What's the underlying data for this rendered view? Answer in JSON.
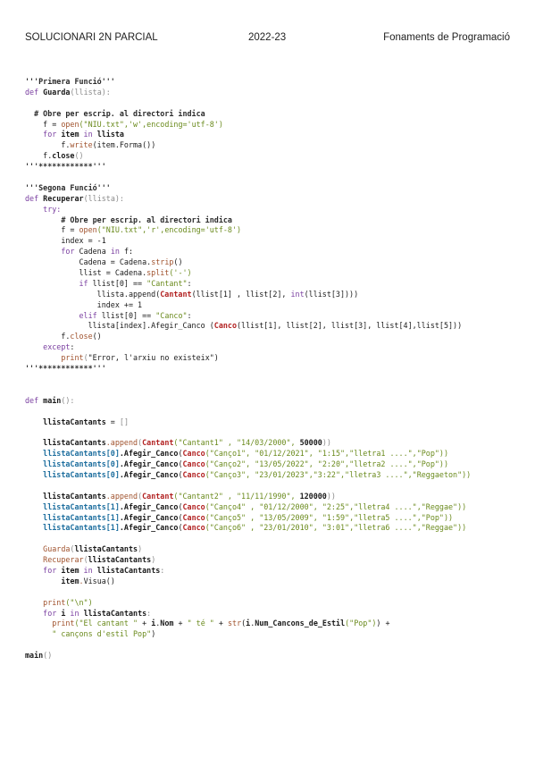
{
  "header": {
    "left": "SOLUCIONARI 2N PARCIAL",
    "center": "2022-23",
    "right": "Fonaments de Programació"
  },
  "code_lines": [
    [
      [
        "cm",
        "'''Primera Funció'''"
      ]
    ],
    [
      [
        "kw",
        "def "
      ],
      [
        "bd",
        "Guarda"
      ],
      [
        "pa",
        "(llista):"
      ]
    ],
    [],
    [
      [
        "cm",
        "  # Obre per escrip. al directori indica"
      ]
    ],
    [
      [
        "t",
        "    f = "
      ],
      [
        "fn",
        "open"
      ],
      [
        "st",
        "(\"NIU.txt\",'w',encoding='utf-8')"
      ]
    ],
    [
      [
        "kw",
        "    for "
      ],
      [
        "bd",
        "item"
      ],
      [
        "kw",
        " in "
      ],
      [
        "bd",
        "llista"
      ]
    ],
    [
      [
        "t",
        "        f."
      ],
      [
        "fn",
        "write"
      ],
      [
        "t",
        "(item.Forma())"
      ]
    ],
    [
      [
        "t",
        "    f."
      ],
      [
        "bd",
        "close"
      ],
      [
        "pa",
        "()"
      ]
    ],
    [
      [
        "cm",
        "'''************'''"
      ]
    ],
    [],
    [
      [
        "cm",
        "'''Segona Funció'''"
      ]
    ],
    [
      [
        "kw",
        "def "
      ],
      [
        "bd",
        "Recuperar"
      ],
      [
        "pa",
        "(llista):"
      ]
    ],
    [
      [
        "kw",
        "    try:"
      ]
    ],
    [
      [
        "cm",
        "        # Obre per escrip. al directori indica"
      ]
    ],
    [
      [
        "t",
        "        f = "
      ],
      [
        "fn",
        "open"
      ],
      [
        "st",
        "(\"NIU.txt\",'r',encoding='utf-8')"
      ]
    ],
    [
      [
        "t",
        "        index = -1"
      ]
    ],
    [
      [
        "kw",
        "        for "
      ],
      [
        "t",
        "Cadena "
      ],
      [
        "kw",
        "in "
      ],
      [
        "t",
        "f:"
      ]
    ],
    [
      [
        "t",
        "            Cadena = Cadena."
      ],
      [
        "fn",
        "strip"
      ],
      [
        "t",
        "()"
      ]
    ],
    [
      [
        "t",
        "            llist = Cadena."
      ],
      [
        "fn",
        "split"
      ],
      [
        "st",
        "('-')"
      ]
    ],
    [
      [
        "kw",
        "            if "
      ],
      [
        "t",
        "llist[0] == "
      ],
      [
        "st",
        "\"Cantant\""
      ],
      [
        "t",
        ":"
      ]
    ],
    [
      [
        "t",
        "                llista.append("
      ],
      [
        "cl",
        "Cantant"
      ],
      [
        "t",
        "(llist[1] , llist[2], "
      ],
      [
        "kw",
        "int"
      ],
      [
        "t",
        "(llist[3])))"
      ]
    ],
    [
      [
        "t",
        "                index += 1"
      ]
    ],
    [
      [
        "kw",
        "            elif "
      ],
      [
        "t",
        "llist[0] == "
      ],
      [
        "st",
        "\"Canco\""
      ],
      [
        "t",
        ":"
      ]
    ],
    [
      [
        "t",
        "              llista[index].Afegir_Canco ("
      ],
      [
        "cl",
        "Canco"
      ],
      [
        "t",
        "(llist[1], llist[2], llist[3], llist[4],llist[5]))"
      ]
    ],
    [
      [
        "t",
        "        f."
      ],
      [
        "fn",
        "close"
      ],
      [
        "t",
        "()"
      ]
    ],
    [
      [
        "kw",
        "    except"
      ],
      [
        "t",
        ":"
      ]
    ],
    [
      [
        "t",
        "        "
      ],
      [
        "fn",
        "print"
      ],
      [
        "pa",
        "("
      ],
      [
        "t",
        "\"Error, l'arxiu no existeix\")"
      ]
    ],
    [
      [
        "cm",
        "'''************'''"
      ]
    ],
    [],
    [],
    [
      [
        "kw",
        "def "
      ],
      [
        "bd",
        "main"
      ],
      [
        "pa",
        "():"
      ]
    ],
    [],
    [
      [
        "bd",
        "    llistaCantants"
      ],
      [
        "t",
        " = "
      ],
      [
        "pa",
        "[]"
      ]
    ],
    [],
    [
      [
        "bd",
        "    llistaCantants"
      ],
      [
        "fn",
        ".append"
      ],
      [
        "pa",
        "("
      ],
      [
        "cl",
        "Cantant"
      ],
      [
        "st",
        "(\"Cantant1\" , \"14/03/2000\", "
      ],
      [
        "bd",
        "50000"
      ],
      [
        "pa",
        "))"
      ]
    ],
    [
      [
        "kb",
        "    llistaCantants[0]"
      ],
      [
        "bd",
        ".Afegir_Canco"
      ],
      [
        "t",
        "("
      ],
      [
        "cl",
        "Canco"
      ],
      [
        "st",
        "(\"Canço1\", \"01/12/2021\", \"1:15\",\"lletra1 ....\",\"Pop\"))"
      ]
    ],
    [
      [
        "kb",
        "    llistaCantants[0]"
      ],
      [
        "bd",
        ".Afegir_Canco"
      ],
      [
        "t",
        "("
      ],
      [
        "cl",
        "Canco"
      ],
      [
        "st",
        "(\"Canço2\", \"13/05/2022\", \"2:20\",\"lletra2 ....\",\"Pop\"))"
      ]
    ],
    [
      [
        "kb",
        "    llistaCantants[0]"
      ],
      [
        "bd",
        ".Afegir_Canco"
      ],
      [
        "t",
        "("
      ],
      [
        "cl",
        "Canco"
      ],
      [
        "st",
        "(\"Canço3\", \"23/01/2023\",\"3:22\",\"lletra3 ....\",\"Reggaeton\"))"
      ]
    ],
    [],
    [
      [
        "bd",
        "    llistaCantants"
      ],
      [
        "fn",
        ".append"
      ],
      [
        "pa",
        "("
      ],
      [
        "cl",
        "Cantant"
      ],
      [
        "st",
        "(\"Cantant2\" , \"11/11/1990\", "
      ],
      [
        "bd",
        "120000"
      ],
      [
        "pa",
        "))"
      ]
    ],
    [
      [
        "kb",
        "    llistaCantants[1]"
      ],
      [
        "bd",
        ".Afegir_Canco"
      ],
      [
        "t",
        "("
      ],
      [
        "cl",
        "Canco"
      ],
      [
        "st",
        "(\"Canço4\" , \"01/12/2000\", \"2:25\",\"lletra4 ....\",\"Reggae\"))"
      ]
    ],
    [
      [
        "kb",
        "    llistaCantants[1]"
      ],
      [
        "bd",
        ".Afegir_Canco"
      ],
      [
        "t",
        "("
      ],
      [
        "cl",
        "Canco"
      ],
      [
        "st",
        "(\"Canço5\" , \"13/05/2009\", \"1:59\",\"lletra5 ....\",\"Pop\"))"
      ]
    ],
    [
      [
        "kb",
        "    llistaCantants[1]"
      ],
      [
        "bd",
        ".Afegir_Canco"
      ],
      [
        "t",
        "("
      ],
      [
        "cl",
        "Canco"
      ],
      [
        "st",
        "(\"Canço6\" , \"23/01/2010\", \"3:01\",\"lletra6 ....\",\"Reggae\"))"
      ]
    ],
    [],
    [
      [
        "fn",
        "    Guarda"
      ],
      [
        "pa",
        "("
      ],
      [
        "bd",
        "llistaCantants"
      ],
      [
        "pa",
        ")"
      ]
    ],
    [
      [
        "fn",
        "    Recuperar"
      ],
      [
        "pa",
        "("
      ],
      [
        "bd",
        "llistaCantants"
      ],
      [
        "pa",
        ")"
      ]
    ],
    [
      [
        "kw",
        "    for "
      ],
      [
        "bd",
        "item"
      ],
      [
        "kw",
        " in "
      ],
      [
        "bd",
        "llistaCantants"
      ],
      [
        "pa",
        ":"
      ]
    ],
    [
      [
        "t",
        "        "
      ],
      [
        "bd",
        "item"
      ],
      [
        "fn",
        "."
      ],
      [
        "t",
        "Visua()"
      ]
    ],
    [],
    [
      [
        "fn",
        "    print"
      ],
      [
        "st",
        "(\"\\n\")"
      ]
    ],
    [
      [
        "kw",
        "    for "
      ],
      [
        "bd",
        "i"
      ],
      [
        "kw",
        " in "
      ],
      [
        "bd",
        "llistaCantants"
      ],
      [
        "pa",
        ":"
      ]
    ],
    [
      [
        "fn",
        "      print"
      ],
      [
        "st",
        "(\"El cantant \" "
      ],
      [
        "t",
        "+ "
      ],
      [
        "bd",
        "i"
      ],
      [
        "t",
        "."
      ],
      [
        "bd",
        "Nom"
      ],
      [
        "t",
        " + "
      ],
      [
        "st",
        "\" té \""
      ],
      [
        "t",
        " + "
      ],
      [
        "fn",
        "str"
      ],
      [
        "t",
        "("
      ],
      [
        "bd",
        "i"
      ],
      [
        "t",
        "."
      ],
      [
        "bd",
        "Num_Cancons_de_Estil"
      ],
      [
        "st",
        "(\"Pop\")"
      ],
      [
        "t",
        ") +"
      ]
    ],
    [
      [
        "st",
        "      \" cançons d'estil Pop\""
      ],
      [
        "t",
        ")"
      ]
    ],
    [],
    [
      [
        "bd",
        "main"
      ],
      [
        "pa",
        "()"
      ]
    ]
  ]
}
